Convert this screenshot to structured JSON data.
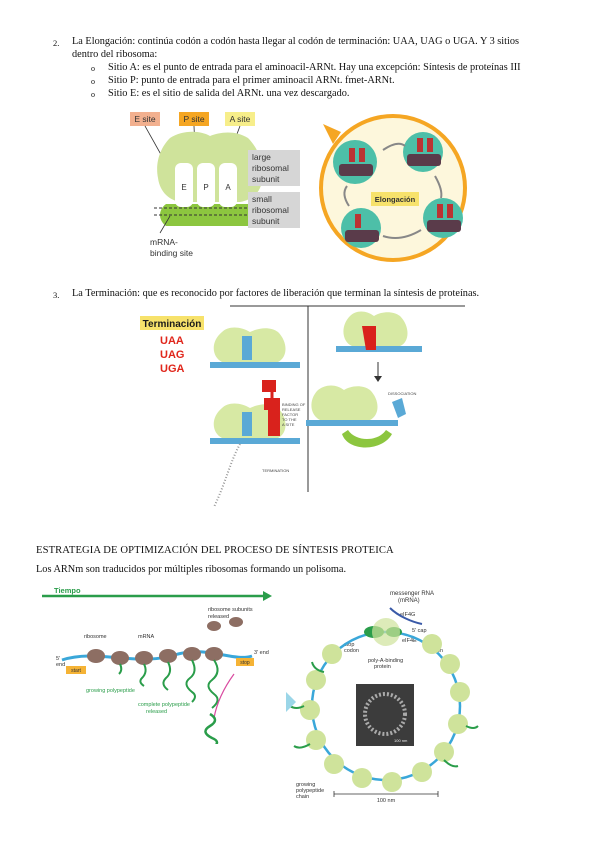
{
  "item2": {
    "number": "2.",
    "line1": "La Elongación: continúa codón a codón hasta llegar al codón de terminación: UAA, UAG o UGA. Y 3 sitios",
    "line2": "dentro del ribosoma:",
    "bullets": [
      "Sitio A: es el punto de entrada para el aminoacil-ARNt. Hay una excepción: Síntesis de proteínas III",
      "Sitio P: punto de entrada para el primer aminoacil ARNt. fmet-ARNt.",
      "Sitio E: es el sitio de salida del ARNt. una vez descargado."
    ],
    "bullet_symbol": "o"
  },
  "fig_ribosome": {
    "e_site": "E site",
    "p_site": "P site",
    "a_site": "A site",
    "slot_e": "E",
    "slot_p": "P",
    "slot_a": "A",
    "large_1": "large",
    "large_2": "ribosomal",
    "large_3": "subunit",
    "small_1": "small",
    "small_2": "ribosomal",
    "small_3": "subunit",
    "mrna_1": "mRNA-",
    "mrna_2": "binding site"
  },
  "fig_elongation": {
    "label": "Elongación"
  },
  "item3": {
    "number": "3.",
    "text": "La Terminación: que es reconocido por factores de liberación que terminan la síntesis de proteínas."
  },
  "fig_termination": {
    "title": "Terminación",
    "codons": [
      "UAA",
      "UAG",
      "UGA"
    ],
    "binding_label": [
      "BINDING OF",
      "RELEASE",
      "FACTOR",
      "TO THE",
      "A SITE"
    ],
    "termination_label": "TERMINATION",
    "dissociation_label": "DISSOCIATION"
  },
  "section": {
    "heading": "ESTRATEGIA DE OPTIMIZACIÓN DEL PROCESO DE SÍNTESIS PROTEICA",
    "sentence": "Los ARNm son traducidos por múltiples ribosomas formando un polisoma."
  },
  "fig_polysome_left": {
    "tiempo": "Tiempo",
    "ribosome": "ribosome",
    "mrna": "mRNA",
    "five_end_1": "5'",
    "five_end_2": "end",
    "three_end": "3' end",
    "start": "start",
    "stop": "stop",
    "subunits_1": "ribosome subunits",
    "subunits_2": "released",
    "growing": "growing polypeptide",
    "complete_1": "complete polypeptide",
    "complete_2": "released"
  },
  "fig_polysome_right": {
    "messenger_1": "messenger RNA",
    "messenger_2": "(mRNA)",
    "eif4g": "eIF4G",
    "five_cap": "5' cap",
    "eif4e": "eIF4E",
    "stop_1": "stop",
    "stop_2": "codon",
    "start_1": "start",
    "start_2": "codon",
    "polya_1": "poly-A-binding",
    "polya_2": "protein",
    "growing_1": "growing",
    "growing_2": "polypeptide",
    "growing_3": "chain",
    "scale": "100 nm",
    "micro_scale": "100 nm"
  }
}
